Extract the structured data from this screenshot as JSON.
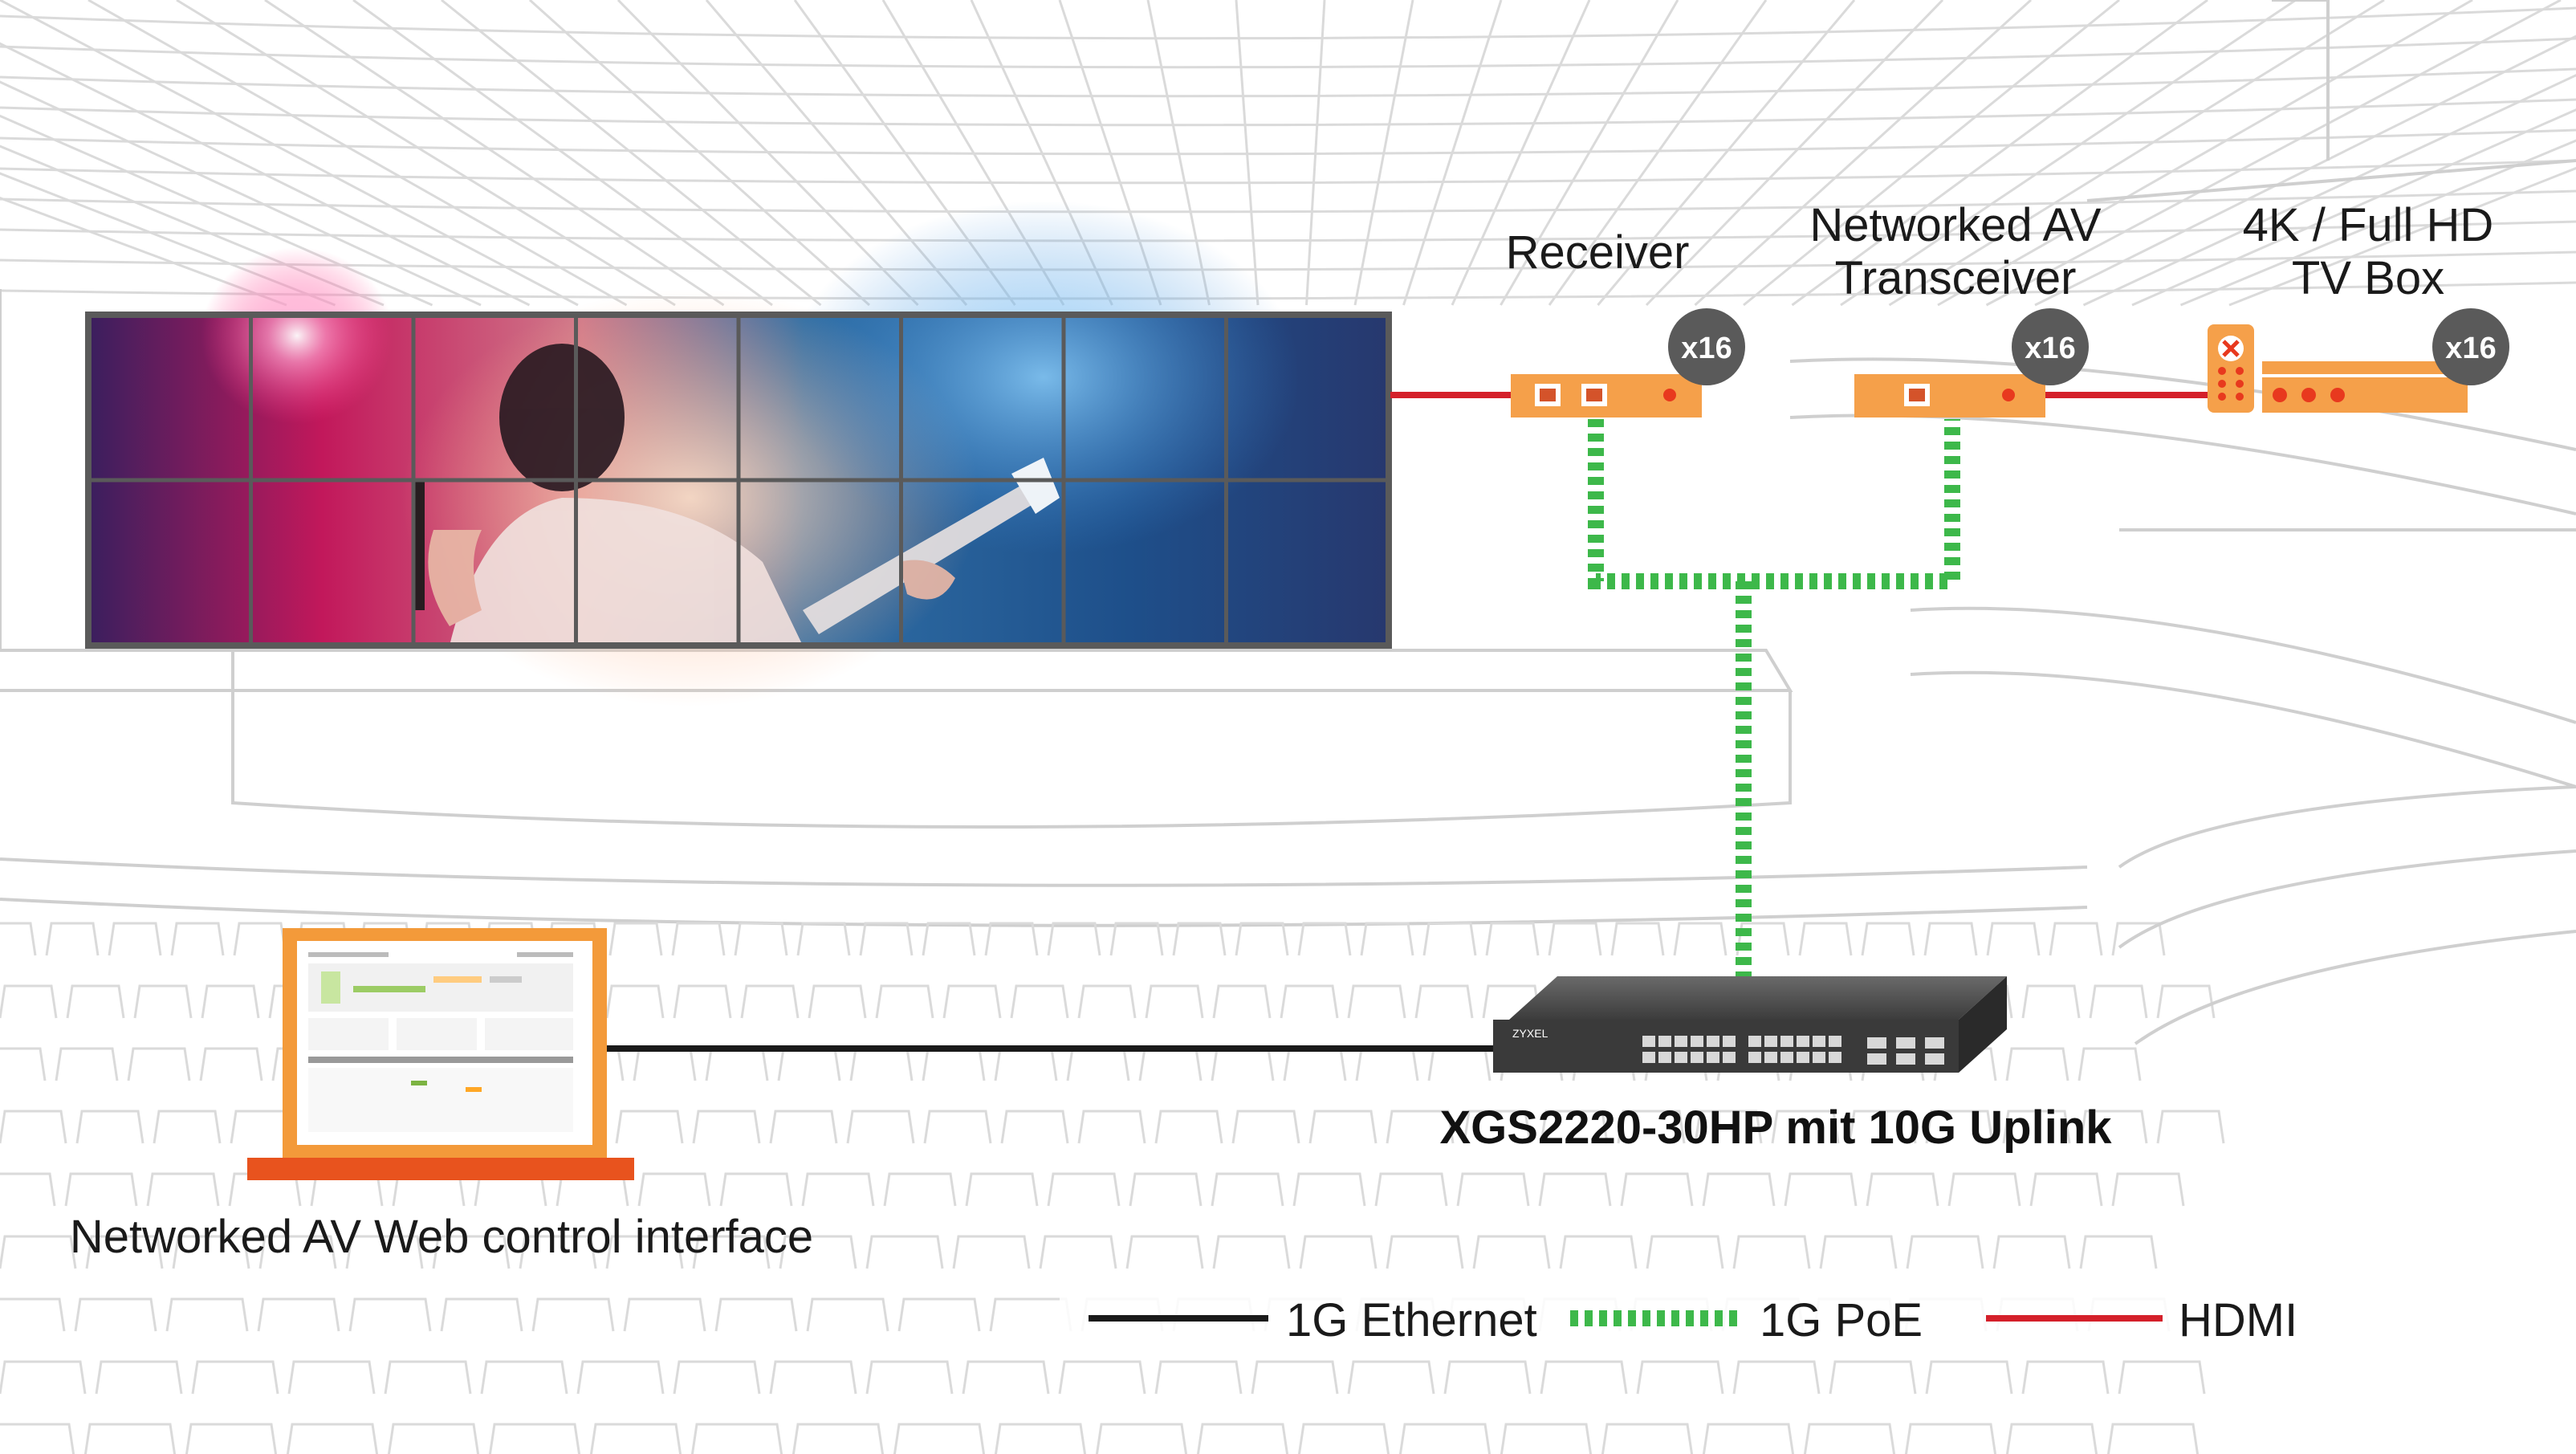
{
  "devices": {
    "receiver": {
      "label": "Receiver",
      "count": "x16"
    },
    "transceiver": {
      "label_line1": "Networked AV",
      "label_line2": "Transceiver",
      "count": "x16"
    },
    "tv_box": {
      "label_line1": "4K / Full HD",
      "label_line2": "TV Box",
      "count": "x16"
    },
    "switch": {
      "label": "XGS2220-30HP mit 10G Uplink",
      "brand": "ZYXEL"
    },
    "laptop": {
      "label": "Networked AV Web control interface"
    }
  },
  "legend": [
    {
      "label": "1G Ethernet",
      "color": "#1a1a1a",
      "style": "solid"
    },
    {
      "label": "1G PoE",
      "color": "#3db84a",
      "style": "dashed"
    },
    {
      "label": "HDMI",
      "color": "#d4202a",
      "style": "solid"
    }
  ],
  "colors": {
    "device_orange": "#f5a04a",
    "badge_gray": "#5a5a5a",
    "ethernet": "#1a1a1a",
    "poe": "#3db84a",
    "hdmi": "#d4202a",
    "laptop_orange": "#f39a3a",
    "laptop_base": "#e8531e"
  }
}
